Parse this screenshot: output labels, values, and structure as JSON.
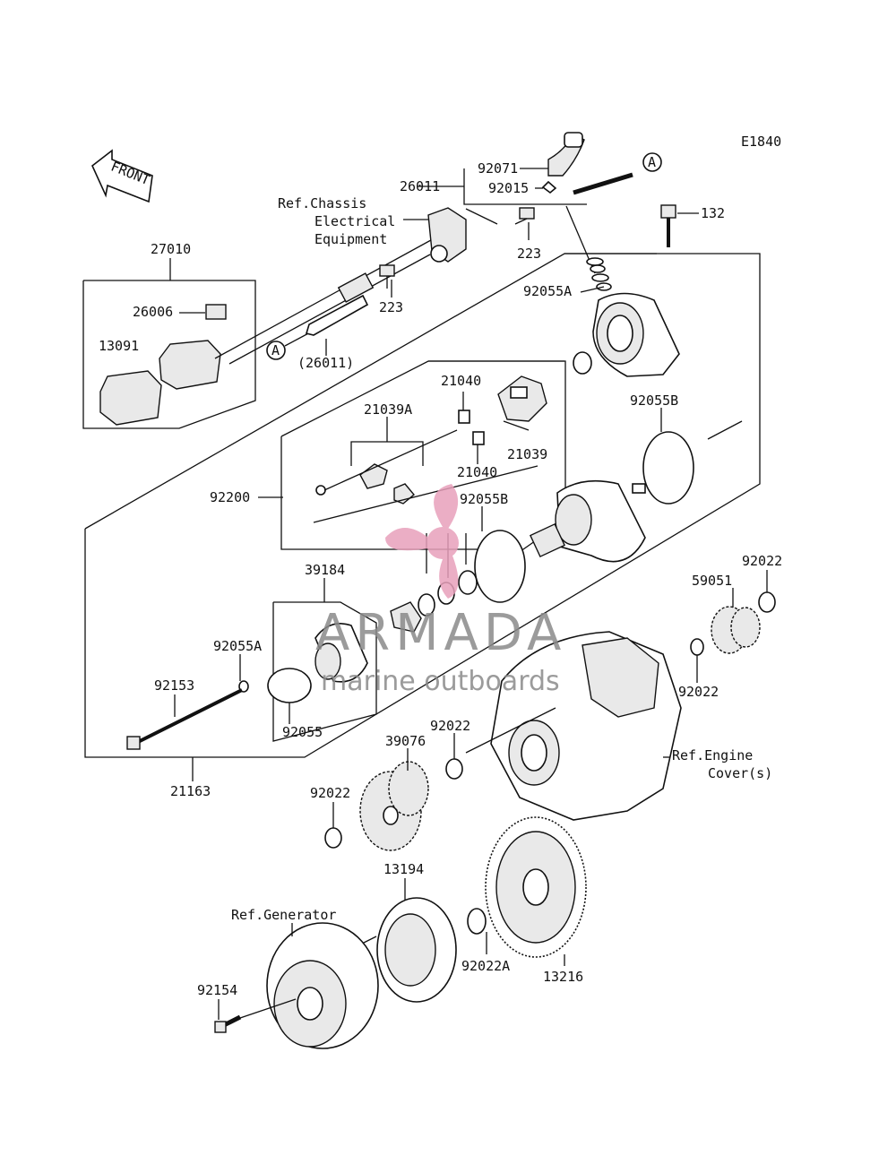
{
  "diagram_code": "E1840",
  "front_label": "FRONT",
  "callout_letter": "A",
  "refs": {
    "chassis_1": "Ref.Chassis",
    "chassis_2": "Electrical",
    "chassis_3": "Equipment",
    "engine_1": "Ref.Engine",
    "engine_2": "Cover(s)",
    "generator": "Ref.Generator"
  },
  "parts": {
    "p92071": "92071",
    "p26011": "26011",
    "p92015": "92015",
    "p132": "132",
    "p223a": "223",
    "p223b": "223",
    "p27010": "27010",
    "p26006": "26006",
    "p13091": "13091",
    "p26011b": "(26011)",
    "p92055A_top": "92055A",
    "p21040a": "21040",
    "p21039A": "21039A",
    "p21039": "21039",
    "p21040b": "21040",
    "p92055B_r": "92055B",
    "p92200": "92200",
    "p92055B_c": "92055B",
    "p39184": "39184",
    "p92022_r1": "92022",
    "p59051": "59051",
    "p92055A_l": "92055A",
    "p92153": "92153",
    "p92055": "92055",
    "p92022_r2": "92022",
    "p92022_c": "92022",
    "p39076": "39076",
    "p21163": "21163",
    "p92022_l": "92022",
    "p13194": "13194",
    "p92022A": "92022A",
    "p13216": "13216",
    "p92154": "92154"
  },
  "watermark": {
    "brand": "ARMADA",
    "tagline": "marine outboards",
    "color": "#e8a0bb"
  }
}
